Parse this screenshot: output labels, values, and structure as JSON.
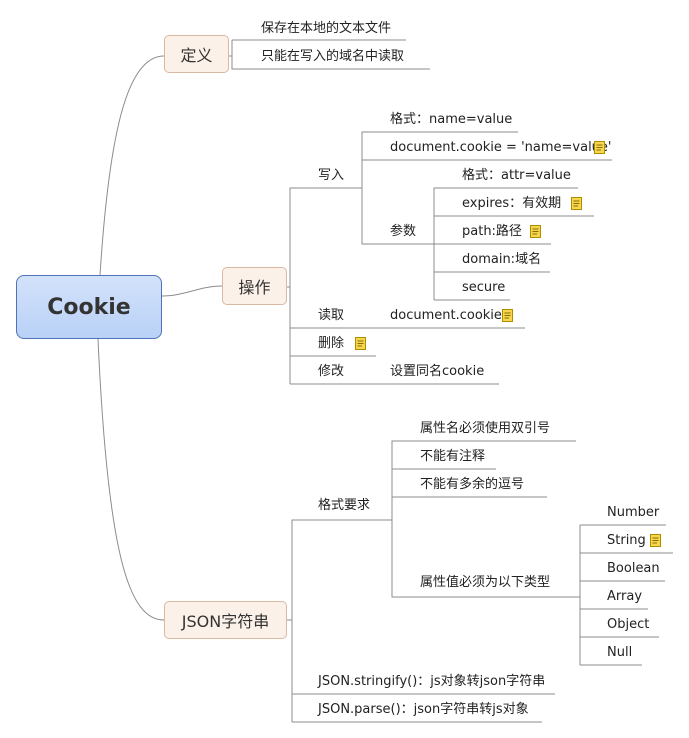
{
  "root": {
    "label": "Cookie"
  },
  "colors": {
    "line": "#8c8c8c",
    "root_fill": "#c4d8f8",
    "root_border": "#4f73b8",
    "main_fill": "#fcf1e8",
    "main_border": "#d9b9a2",
    "note_icon": "#e2b800"
  },
  "definition": {
    "label": "定义",
    "items": [
      "保存在本地的文本文件",
      "只能在写入的域名中读取"
    ]
  },
  "operation": {
    "label": "操作",
    "write": {
      "label": "写入",
      "format": "格式：name=value",
      "cookie_assign": "document.cookie = 'name=value'",
      "params": {
        "label": "参数",
        "items": [
          "格式：attr=value",
          "expires：有效期",
          "path:路径",
          "domain:域名",
          "secure"
        ]
      }
    },
    "read": {
      "label": "读取",
      "value": "document.cookie"
    },
    "delete": {
      "label": "删除"
    },
    "modify": {
      "label": "修改",
      "value": "设置同名cookie"
    }
  },
  "json": {
    "label": "JSON字符串",
    "format_req": {
      "label": "格式要求",
      "items": [
        "属性名必须使用双引号",
        "不能有注释",
        "不能有多余的逗号",
        "属性值必须为以下类型"
      ],
      "types": [
        "Number",
        "String",
        "Boolean",
        "Array",
        "Object",
        "Null"
      ]
    },
    "stringify": "JSON.stringify()：js对象转json字符串",
    "parse": "JSON.parse()：json字符串转js对象"
  },
  "note_icon": "note-icon"
}
